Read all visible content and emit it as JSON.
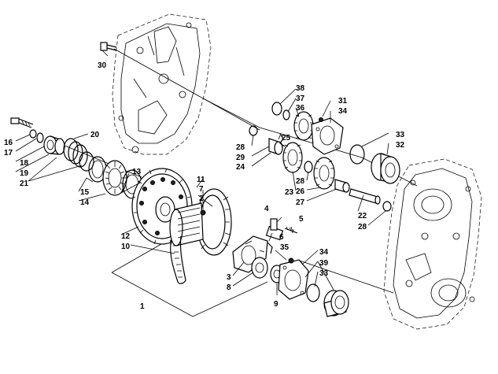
{
  "callouts": {
    "c1": "1",
    "c2": "2",
    "c3": "3",
    "c4": "4",
    "c5": "5",
    "c6": "6",
    "c7": "7",
    "c8": "8",
    "c9": "9",
    "c10": "10",
    "c11": "11",
    "c12": "12",
    "c13": "13",
    "c14": "14",
    "c15": "15",
    "c16": "16",
    "c17": "17",
    "c18": "18",
    "c19": "19",
    "c20": "20",
    "c21": "21",
    "c22": "22",
    "c23": "23",
    "c24": "24",
    "c25": "25",
    "c26": "26",
    "c27": "27",
    "c28a": "28",
    "c28b": "28",
    "c28c": "28",
    "c29": "29",
    "c30": "30",
    "c31": "31",
    "c32": "32",
    "c33a": "33",
    "c33b": "33",
    "c34a": "34",
    "c34b": "34",
    "c35": "35",
    "c36": "36",
    "c37": "37",
    "c38": "38",
    "c39": "39"
  },
  "icons": {
    "case_cover": "chaincase-cover-housing",
    "case_body": "chaincase-housing",
    "chain": "drive-chain",
    "upper_sprocket": "upper-sprocket-gear",
    "lower_sprocket": "lower-sprocket-gear"
  }
}
